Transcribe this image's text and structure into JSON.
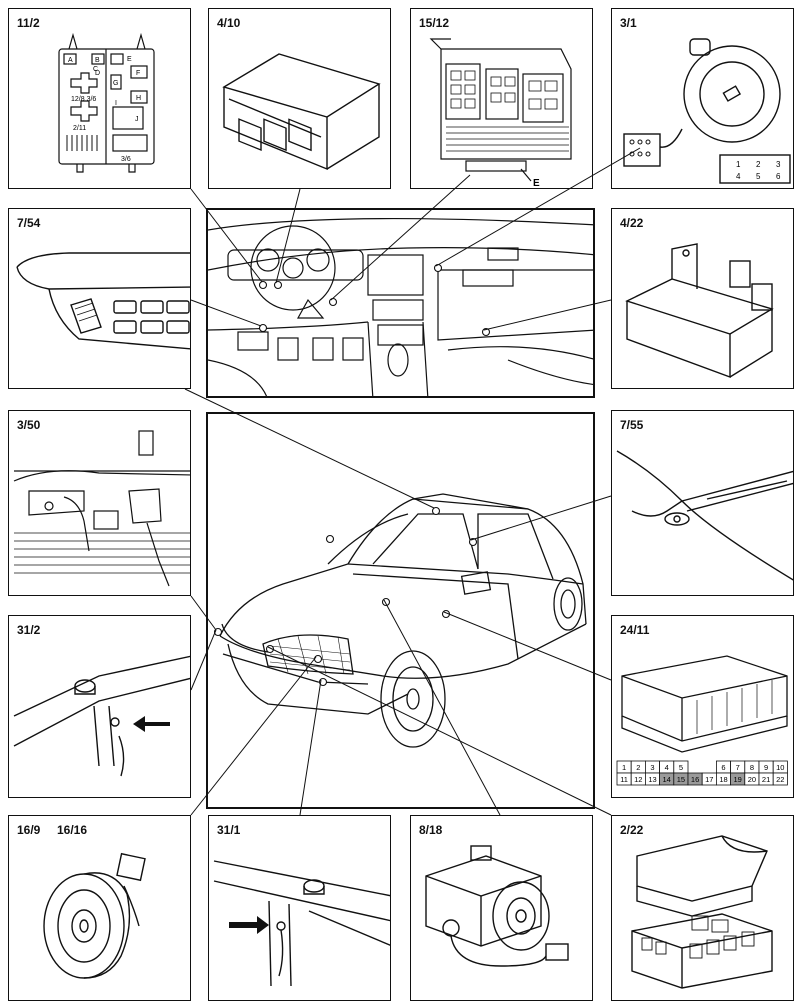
{
  "panels": {
    "p11_2": "11/2",
    "p4_10": "4/10",
    "p15_12": "15/12",
    "p3_1": "3/1",
    "p7_54": "7/54",
    "p4_22": "4/22",
    "p3_50": "3/50",
    "p7_55": "7/55",
    "p31_2": "31/2",
    "p24_11": "24/11",
    "p16_9": "16/9",
    "p16_16": "16/16",
    "p31_1": "31/1",
    "p8_18": "8/18",
    "p2_22": "2/22"
  },
  "callouts": {
    "e_label": "E"
  },
  "switch_positions": [
    "1",
    "2",
    "3",
    "4",
    "5",
    "6"
  ],
  "fuse_labels": {
    "a": "A",
    "b": "B",
    "c": "C",
    "d": "D",
    "e": "E",
    "f": "F",
    "g": "G",
    "h": "H",
    "i": "I",
    "j": "J",
    "code1": "12/8 3/6",
    "code2": "2/11",
    "code3": "3/6"
  },
  "connector_pins": {
    "row1": [
      "1",
      "2",
      "3",
      "4",
      "5",
      "",
      "",
      "6",
      "7",
      "8",
      "9",
      "10"
    ],
    "row2": [
      "11",
      "12",
      "13",
      "14",
      "15",
      "16",
      "17",
      "18",
      "19",
      "20",
      "21",
      "22"
    ],
    "shaded": [
      "14",
      "15",
      "16",
      "19"
    ]
  }
}
